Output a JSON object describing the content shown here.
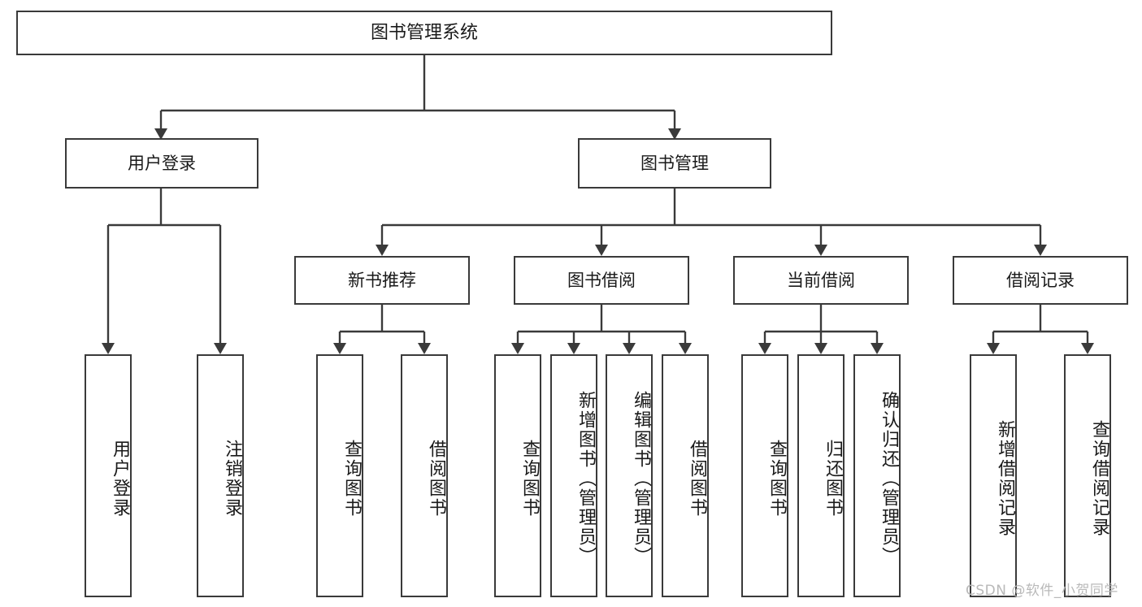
{
  "diagram": {
    "title_text": "图书管理系统",
    "type": "tree-structure-chart",
    "watermark": "CSDN @软件_小贺同学",
    "colors": {
      "box_border": "#3a3a3a",
      "box_fill": "#ffffff",
      "connector": "#3a3a3a",
      "text": "#1a1a1a",
      "watermark": "#b9b9b9"
    },
    "root": {
      "label": "图书管理系统"
    },
    "level2": [
      {
        "id": "user-login",
        "label": "用户登录"
      },
      {
        "id": "book-manage",
        "label": "图书管理"
      }
    ],
    "level3": [
      {
        "id": "new-book-recommend",
        "label": "新书推荐",
        "parent": "book-manage"
      },
      {
        "id": "book-borrow",
        "label": "图书借阅",
        "parent": "book-manage"
      },
      {
        "id": "current-borrow",
        "label": "当前借阅",
        "parent": "book-manage"
      },
      {
        "id": "borrow-record",
        "label": "借阅记录",
        "parent": "book-manage"
      }
    ],
    "leaves": {
      "user_login": [
        {
          "id": "leaf-user-login",
          "label": "用户登录"
        },
        {
          "id": "leaf-logout-login",
          "label": "注销登录"
        }
      ],
      "new_book_recommend": [
        {
          "id": "leaf-query-book-1",
          "label": "查询图书"
        },
        {
          "id": "leaf-borrow-book-1",
          "label": "借阅图书"
        }
      ],
      "book_borrow": [
        {
          "id": "leaf-query-book-2",
          "label": "查询图书"
        },
        {
          "id": "leaf-add-book",
          "label": "新增图书（管理员）"
        },
        {
          "id": "leaf-edit-book",
          "label": "编辑图书（管理员）"
        },
        {
          "id": "leaf-borrow-book-2",
          "label": "借阅图书"
        }
      ],
      "current_borrow": [
        {
          "id": "leaf-query-book-3",
          "label": "查询图书"
        },
        {
          "id": "leaf-return-book",
          "label": "归还图书"
        },
        {
          "id": "leaf-confirm-return",
          "label": "确认归还（管理员）"
        }
      ],
      "borrow_record": [
        {
          "id": "leaf-add-record",
          "label": "新增借阅记录"
        },
        {
          "id": "leaf-query-record",
          "label": "查询借阅记录"
        }
      ]
    }
  }
}
